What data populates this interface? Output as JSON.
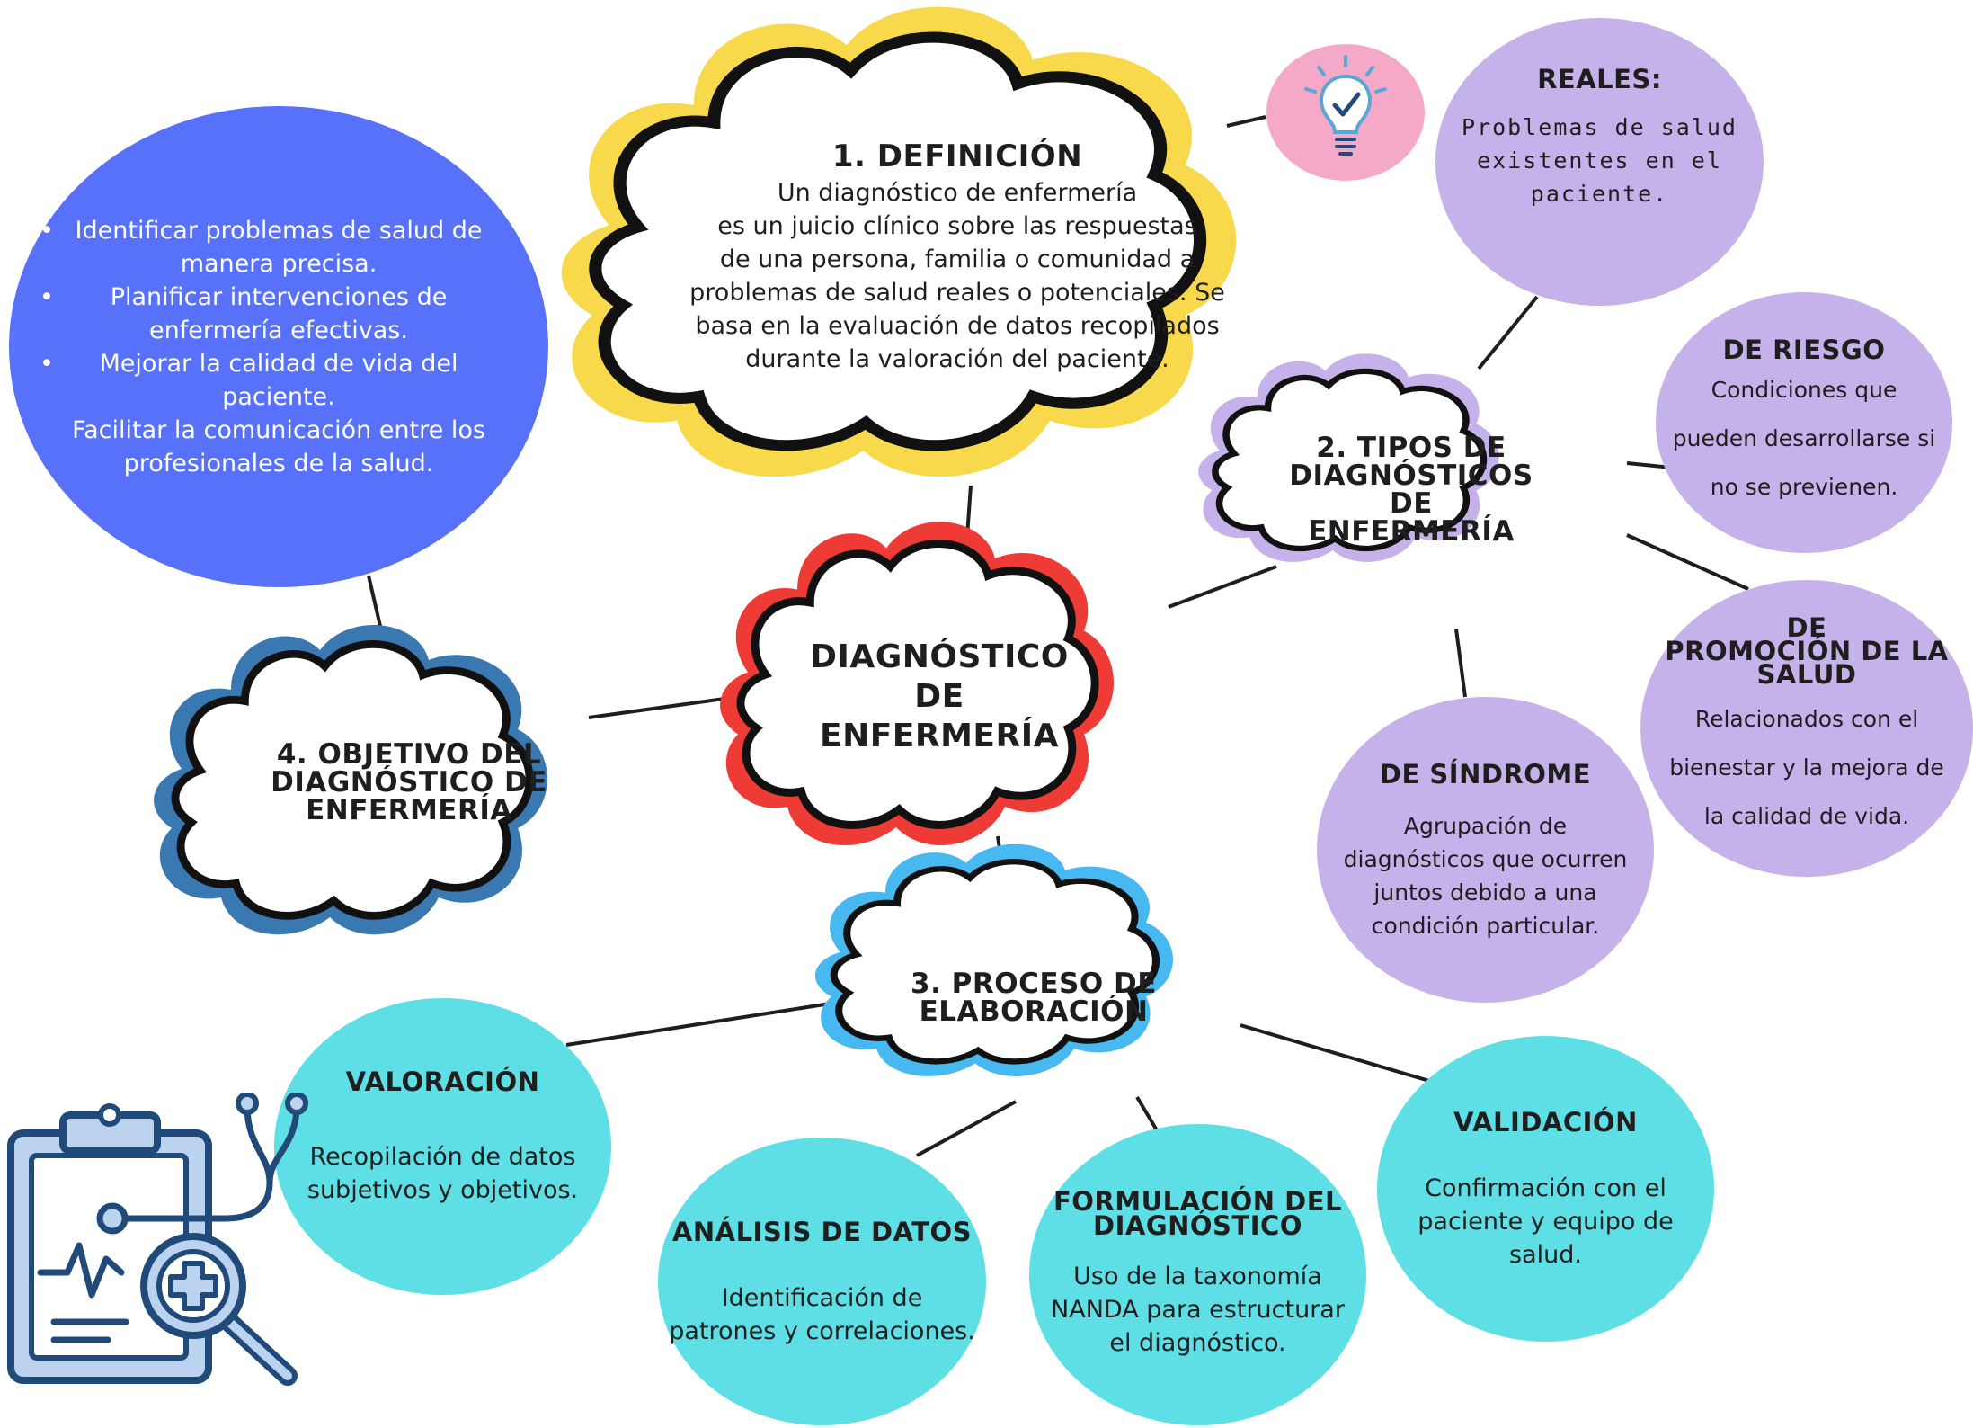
{
  "center": {
    "title_line1": "DIAGNÓSTICO DE",
    "title_line2": "ENFERMERÍA"
  },
  "definition": {
    "title": "1. DEFINICIÓN",
    "lines": [
      "Un diagnóstico de enfermería",
      "es un juicio clínico sobre las respuestas",
      "de una persona, familia o comunidad a",
      "problemas de salud reales o potenciales. Se",
      "basa en la evaluación de datos recopilados",
      "durante la valoración del paciente."
    ]
  },
  "types": {
    "title_lines": [
      "2. TIPOS DE",
      "DIAGNÓSTICOS",
      "DE",
      "ENFERMERÍA"
    ],
    "reales": {
      "title": "REALES:",
      "lines": [
        "Problemas de salud",
        "existentes en el",
        "paciente."
      ]
    },
    "riesgo": {
      "title": "DE RIESGO",
      "lines": [
        "Condiciones que",
        "pueden desarrollarse si",
        "no se previenen."
      ]
    },
    "promocion": {
      "title_lines": [
        "DE",
        "PROMOCIÓN DE LA",
        "SALUD"
      ],
      "lines": [
        "Relacionados con el",
        "bienestar y la mejora de",
        "la calidad de vida."
      ]
    },
    "sindrome": {
      "title": "DE SÍNDROME",
      "lines": [
        "Agrupación de",
        "diagnósticos que ocurren",
        "juntos debido a una",
        "condición particular."
      ]
    }
  },
  "process": {
    "title_lines": [
      "3. PROCESO DE",
      "ELABORACIÓN"
    ],
    "valoracion": {
      "title": "VALORACIÓN",
      "lines": [
        "Recopilación de datos",
        "subjetivos y objetivos."
      ]
    },
    "analisis": {
      "title": "ANÁLISIS DE DATOS",
      "lines": [
        "Identificación de",
        "patrones y correlaciones."
      ]
    },
    "formulacion": {
      "title_lines": [
        "FORMULACIÓN DEL",
        "DIAGNÓSTICO"
      ],
      "lines": [
        "Uso de la taxonomía",
        "NANDA para estructurar",
        "el diagnóstico."
      ]
    },
    "validacion": {
      "title": "VALIDACIÓN",
      "lines": [
        "Confirmación con el",
        "paciente y equipo de",
        "salud."
      ]
    }
  },
  "objective": {
    "title_lines": [
      "4. OBJETIVO DEL",
      "DIAGNÓSTICO DE",
      "ENFERMERÍA"
    ],
    "bullets": [
      [
        "Identificar problemas de salud de",
        "manera precisa."
      ],
      [
        "Planificar intervenciones de",
        "enfermería efectivas."
      ],
      [
        "Mejorar la calidad de vida del",
        "paciente."
      ]
    ],
    "extra_lines": [
      "Facilitar la comunicación entre los",
      "profesionales de la salud."
    ]
  },
  "colors": {
    "center_ring": "#ef3b36",
    "definition_ring": "#f9d94c",
    "types_ring": "#c5b2ea",
    "process_ring": "#48b8f0",
    "objective_ring": "#3a78b2",
    "objective_circle": "#5871fb",
    "types_circle": "#c5b2ea",
    "process_circle": "#5edfe5",
    "bulb_circle": "#f5a9c8",
    "icon_blue": "#1f4a7a",
    "icon_light": "#bcd3ef"
  }
}
